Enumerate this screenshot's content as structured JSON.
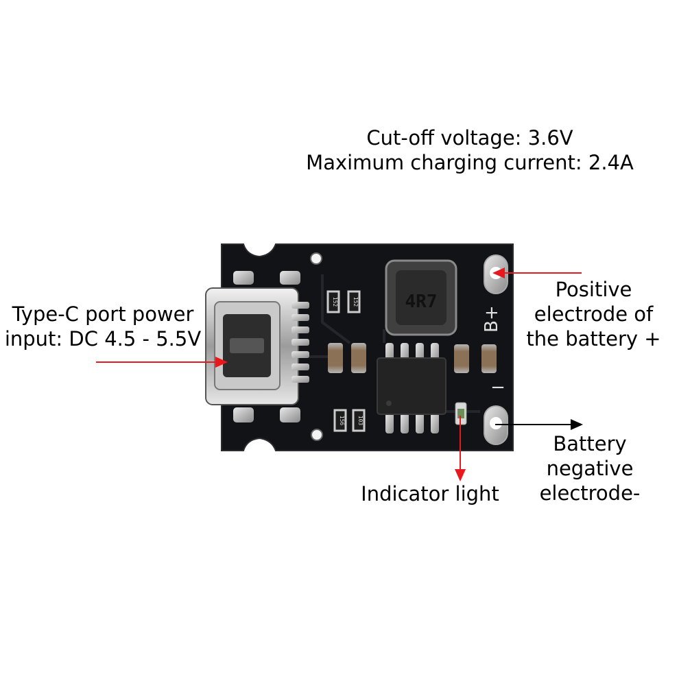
{
  "annotations": {
    "specs": [
      "Cut-off voltage: 3.6V",
      "Maximum charging current: 2.4A"
    ],
    "type_c": [
      "Type-C port power",
      "input: DC 4.5 - 5.5V"
    ],
    "positive": [
      "Positive",
      "electrode of",
      "the battery +"
    ],
    "negative": [
      "Battery",
      "negative",
      "electrode-"
    ],
    "indicator": [
      "Indicator light"
    ]
  },
  "board": {
    "inductor_marking": "4R7",
    "silk_positive": "B+",
    "silk_negative": "−",
    "resistor_markings": [
      "152",
      "152",
      "156",
      "103"
    ]
  },
  "colors": {
    "arrow_red": "#e8191c",
    "arrow_black": "#000000",
    "pcb": "#111316"
  }
}
